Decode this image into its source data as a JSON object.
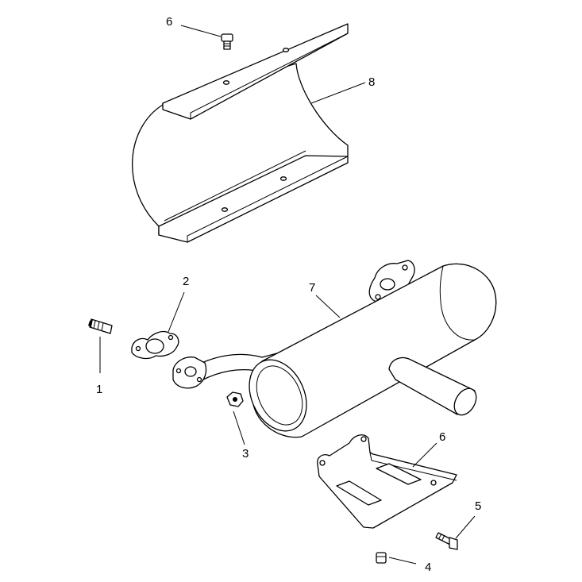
{
  "diagram": {
    "callouts": [
      {
        "id": "callout-6-top",
        "label": "6"
      },
      {
        "id": "callout-8",
        "label": "8"
      },
      {
        "id": "callout-2",
        "label": "2"
      },
      {
        "id": "callout-7",
        "label": "7"
      },
      {
        "id": "callout-1",
        "label": "1"
      },
      {
        "id": "callout-3",
        "label": "3"
      },
      {
        "id": "callout-6-bottom",
        "label": "6"
      },
      {
        "id": "callout-5",
        "label": "5"
      },
      {
        "id": "callout-4",
        "label": "4"
      }
    ]
  }
}
